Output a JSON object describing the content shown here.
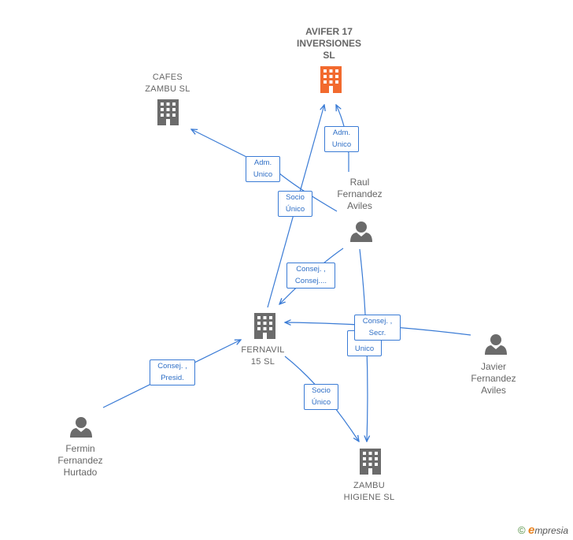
{
  "nodes": {
    "avifer": {
      "label": "AVIFER 17\nINVERSIONES\nSL",
      "icon": "building-icon",
      "color": "#f26a2e"
    },
    "cafes": {
      "label": "CAFES\nZAMBU SL",
      "icon": "building-icon",
      "color": "#6b6b6b"
    },
    "raul": {
      "label": "Raul\nFernandez\nAviles",
      "icon": "person-icon",
      "color": "#6b6b6b"
    },
    "fernavil": {
      "label": "FERNAVIL\n15 SL",
      "icon": "building-icon",
      "color": "#6b6b6b"
    },
    "javier": {
      "label": "Javier\nFernandez\nAviles",
      "icon": "person-icon",
      "color": "#6b6b6b"
    },
    "fermin": {
      "label": "Fermin\nFernandez\nHurtado",
      "icon": "person-icon",
      "color": "#6b6b6b"
    },
    "zambu": {
      "label": "ZAMBU\nHIGIENE SL",
      "icon": "building-icon",
      "color": "#6b6b6b"
    }
  },
  "relations": {
    "raul_avifer": "Adm.\nUnico",
    "raul_cafes": "Adm.\nUnico",
    "fernavil_avifer": "Socio\nÚnico",
    "raul_fernavil": "Consej. ,\nConsej....",
    "javier_fernavil": "Consej. ,\nSecr.",
    "raul_zambu": "Adm.\nUnico",
    "fermin_fernavil": "Consej. ,\nPresid.",
    "fernavil_zambu": "Socio\nÚnico"
  },
  "colors": {
    "edge": "#3a7bd5",
    "highlight": "#f26a2e",
    "node": "#6b6b6b"
  },
  "footer": {
    "copyright": "©",
    "brand_e": "e",
    "brand_rest": "mpresia"
  }
}
